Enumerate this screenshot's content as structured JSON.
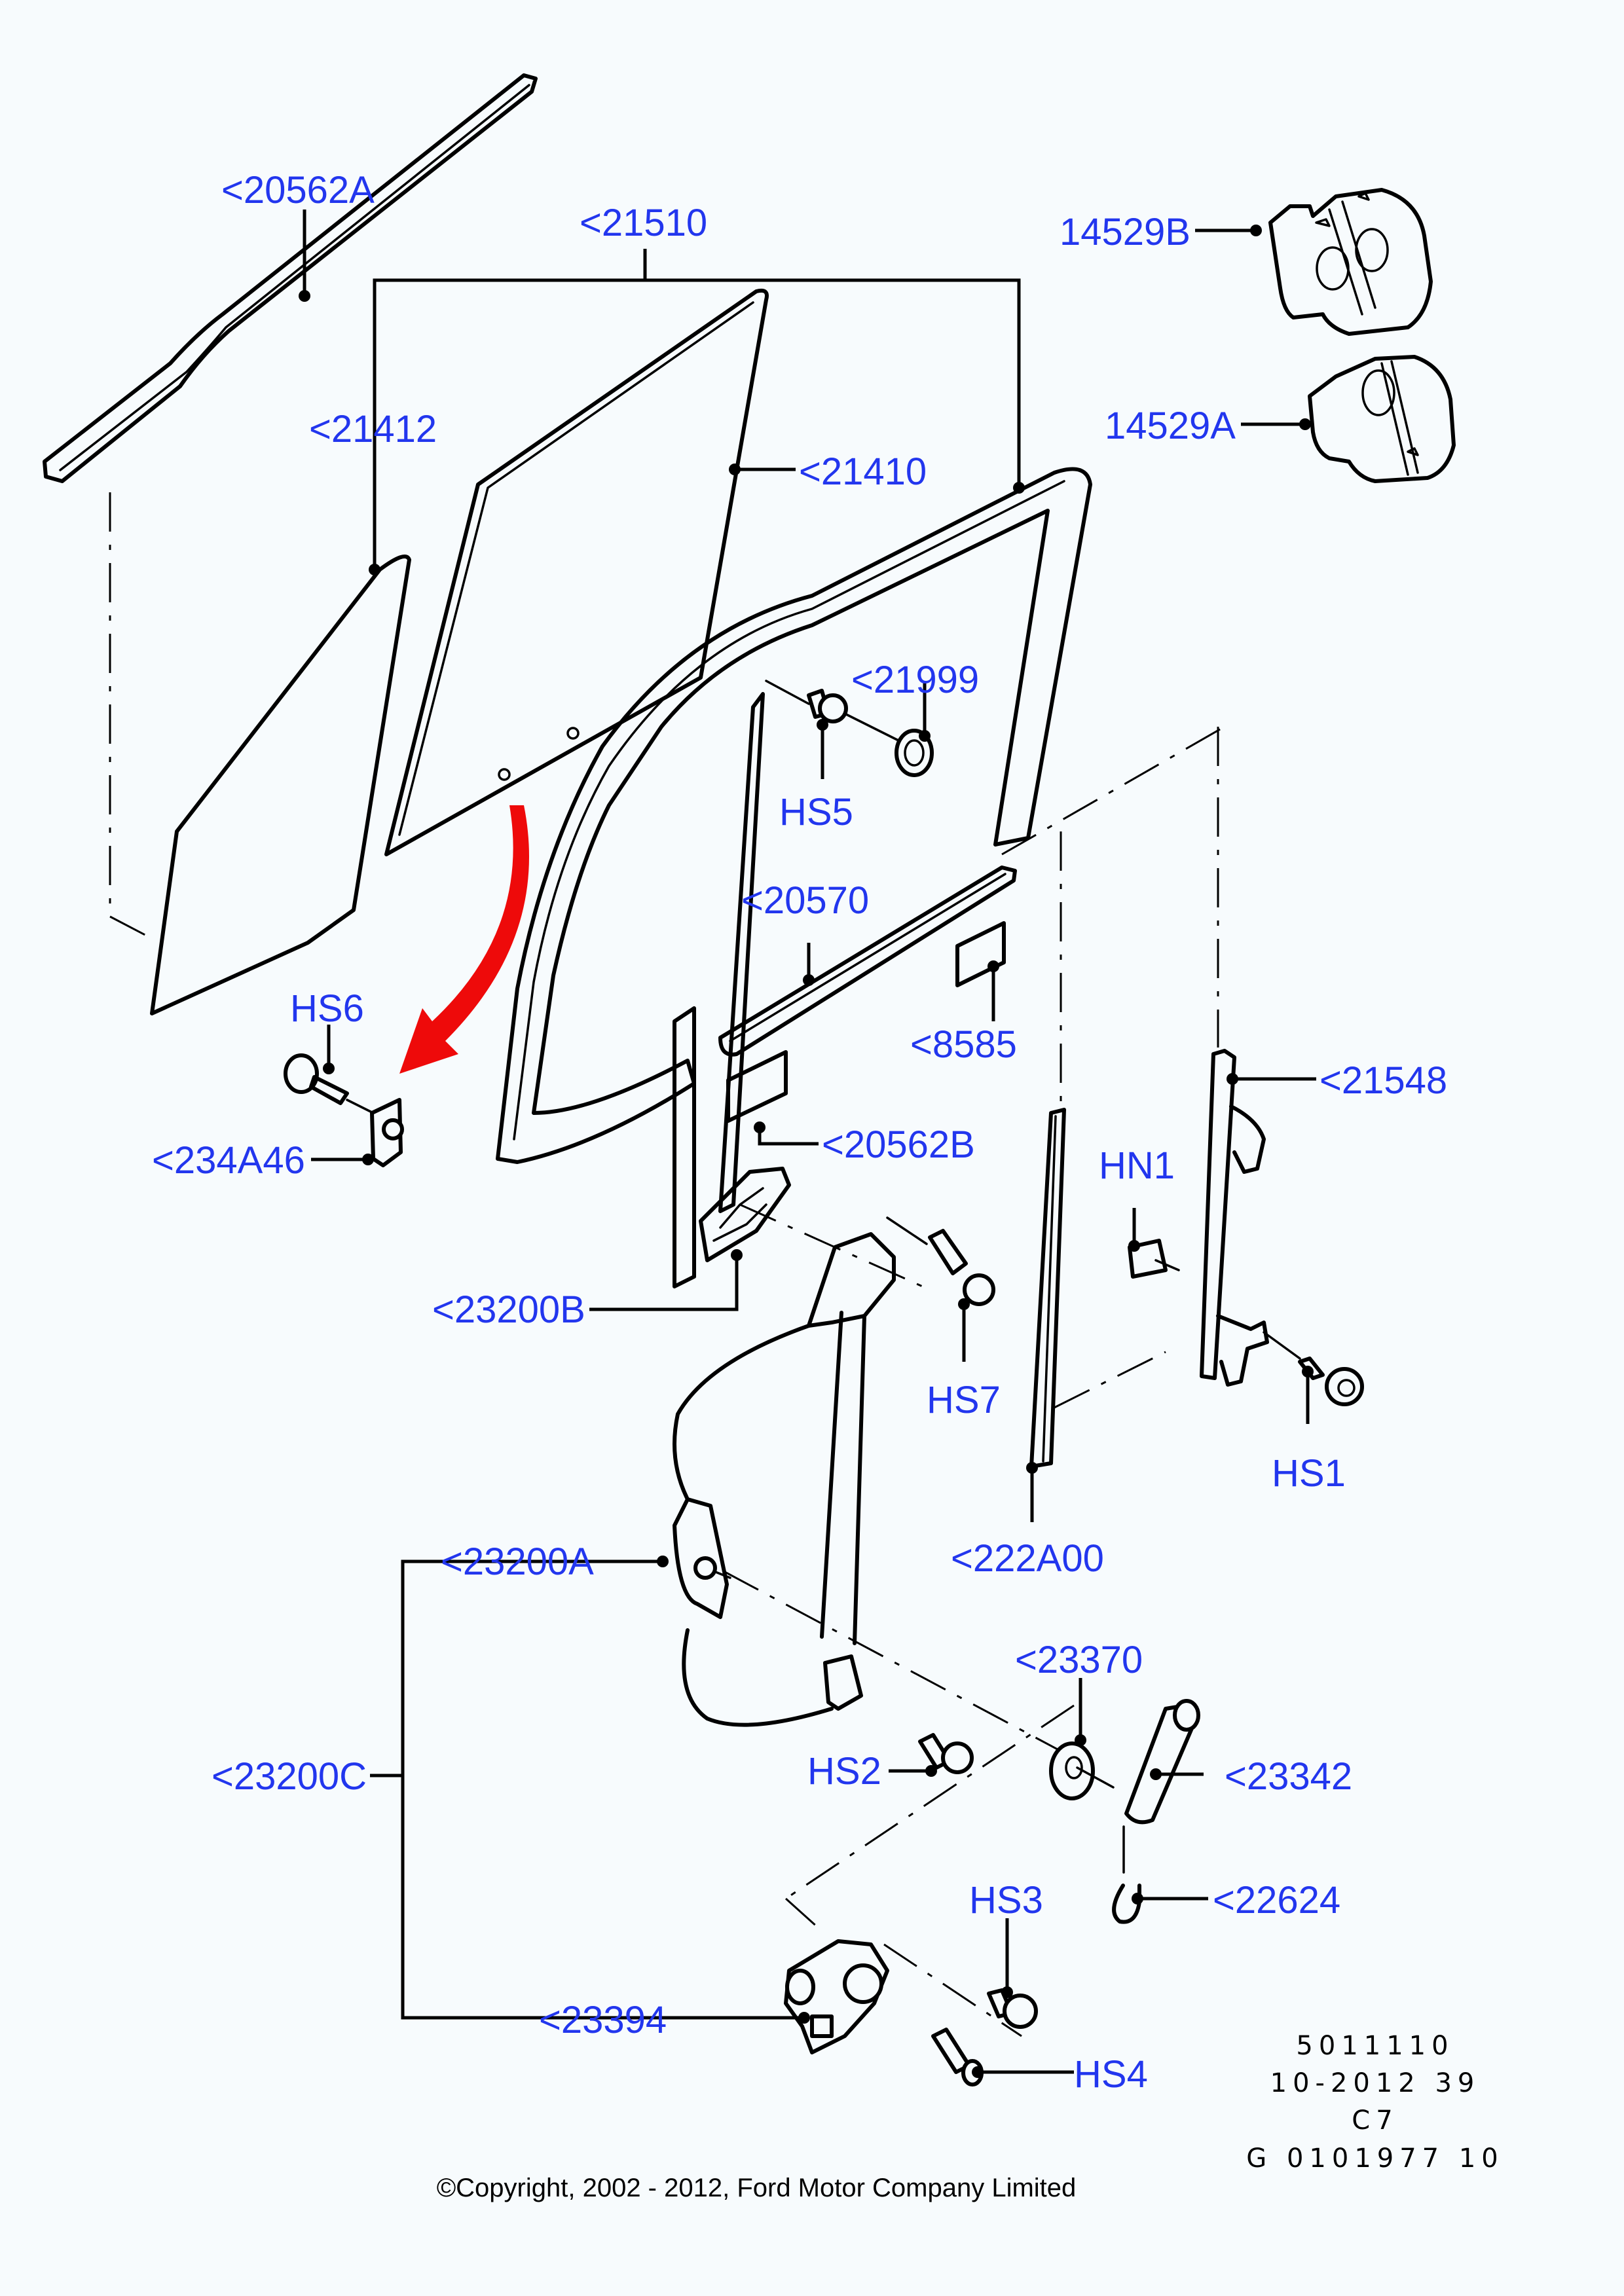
{
  "diagram": {
    "title": "Front door window glass, regulator and switches",
    "accent_color": "#2236ee",
    "arrow_color": "#ee0a0a",
    "labels": {
      "l20562A": "<20562A",
      "l21510": "<21510",
      "l21412": "<21412",
      "l21410": "<21410",
      "l14529B": "14529B",
      "l14529A": "14529A",
      "l21999": "<21999",
      "lHS5": "HS5",
      "l20570": "<20570",
      "l8585": "<8585",
      "lHS6": "HS6",
      "l234A46": "<234A46",
      "l20562B": "<20562B",
      "l21548": "<21548",
      "lHN1": "HN1",
      "l23200B": "<23200B",
      "lHS7": "HS7",
      "lHS1": "HS1",
      "l222A00": "<222A00",
      "l23200A": "<23200A",
      "l23370": "<23370",
      "l23200C": "<23200C",
      "lHS2": "HS2",
      "l23342": "<23342",
      "l22624": "<22624",
      "lHS3": "HS3",
      "l23394": "<23394",
      "lHS4": "HS4"
    }
  },
  "footer": {
    "ref_lines": [
      "5011110",
      "10-2012 39",
      "C7",
      "G 0101977 10"
    ],
    "copyright": "©Copyright, 2002 - 2012, Ford Motor Company Limited"
  }
}
